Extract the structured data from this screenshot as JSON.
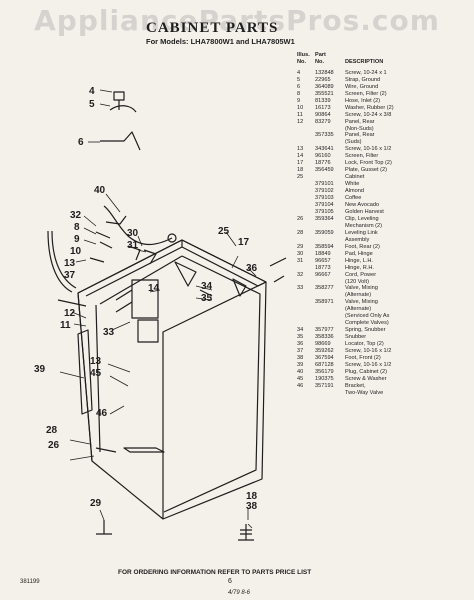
{
  "watermark": "AppliancePartsPros.com",
  "header": {
    "title": "CABINET PARTS",
    "models": "For Models: LHA7800W1  and LHA7805W1"
  },
  "parts_table": {
    "headers": {
      "illus_no": "Illus.\nNo.",
      "part_no": "Part\nNo.",
      "description": "DESCRIPTION"
    },
    "rows": [
      {
        "illus": "4",
        "part": "132848",
        "desc": "Screw, 10-24 x 1"
      },
      {
        "illus": "5",
        "part": "22965",
        "desc": "Strap, Ground"
      },
      {
        "illus": "6",
        "part": "364089",
        "desc": "Wire, Ground"
      },
      {
        "illus": "8",
        "part": "355521",
        "desc": "Screen, Filter (2)"
      },
      {
        "illus": "9",
        "part": "81339",
        "desc": "Hose, Inlet (2)"
      },
      {
        "illus": "10",
        "part": "16173",
        "desc": "Washer, Rubber (2)"
      },
      {
        "illus": "11",
        "part": "90864",
        "desc": "Screw, 10-24 x 3/8"
      },
      {
        "illus": "12",
        "part": "83279",
        "desc": "Panel, Rear"
      },
      {
        "illus": "",
        "part": "",
        "desc": "(Non-Suds)"
      },
      {
        "illus": "",
        "part": "357335",
        "desc": "Panel, Rear"
      },
      {
        "illus": "",
        "part": "",
        "desc": "(Suds)"
      },
      {
        "illus": "13",
        "part": "343641",
        "desc": "Screw, 10-16 x 1/2"
      },
      {
        "illus": "14",
        "part": "96160",
        "desc": "Screen, Filter"
      },
      {
        "illus": "17",
        "part": "18776",
        "desc": "Lock, Front Top (2)"
      },
      {
        "illus": "18",
        "part": "356459",
        "desc": "Plate, Gusset (2)"
      },
      {
        "illus": "25",
        "part": "",
        "desc": "Cabinet"
      },
      {
        "illus": "",
        "part": "379101",
        "desc": "White"
      },
      {
        "illus": "",
        "part": "379102",
        "desc": "Almond"
      },
      {
        "illus": "",
        "part": "379103",
        "desc": "Coffee"
      },
      {
        "illus": "",
        "part": "379104",
        "desc": "New Avocado"
      },
      {
        "illus": "",
        "part": "379105",
        "desc": "Golden Harvest"
      },
      {
        "illus": "26",
        "part": "359364",
        "desc": "Clip, Leveling"
      },
      {
        "illus": "",
        "part": "",
        "desc": "Mechanism (2)"
      },
      {
        "illus": "28",
        "part": "359059",
        "desc": "Leveling Link"
      },
      {
        "illus": "",
        "part": "",
        "desc": "Assembly"
      },
      {
        "illus": "29",
        "part": "358594",
        "desc": "Foot, Rear (2)"
      },
      {
        "illus": "30",
        "part": "18849",
        "desc": "Pad, Hinge"
      },
      {
        "illus": "31",
        "part": "96657",
        "desc": "Hinge, L.H."
      },
      {
        "illus": "",
        "part": "18773",
        "desc": "Hinge, R.H."
      },
      {
        "illus": "32",
        "part": "96667",
        "desc": "Cord, Power"
      },
      {
        "illus": "",
        "part": "",
        "desc": "(120 Volt)"
      },
      {
        "illus": "33",
        "part": "358277",
        "desc": "Valve, Mixing"
      },
      {
        "illus": "",
        "part": "",
        "desc": "(Alternate)"
      },
      {
        "illus": "",
        "part": "358971",
        "desc": "Valve, Mixing"
      },
      {
        "illus": "",
        "part": "",
        "desc": "(Alternate)"
      },
      {
        "illus": "",
        "part": "",
        "desc": "(Serviced Only As"
      },
      {
        "illus": "",
        "part": "",
        "desc": "Complete Valves)"
      },
      {
        "illus": "34",
        "part": "357977",
        "desc": "Spring, Snubber"
      },
      {
        "illus": "35",
        "part": "358336",
        "desc": "Snubber"
      },
      {
        "illus": "36",
        "part": "98669",
        "desc": "Locator, Top (2)"
      },
      {
        "illus": "37",
        "part": "359262",
        "desc": "Screw, 10-16 x 1/2"
      },
      {
        "illus": "38",
        "part": "367594",
        "desc": "Foot, Front (2)"
      },
      {
        "illus": "39",
        "part": "687128",
        "desc": "Screw, 10-16 x 1/2"
      },
      {
        "illus": "40",
        "part": "356179",
        "desc": "Plug, Cabinet (2)"
      },
      {
        "illus": "45",
        "part": "190375",
        "desc": "Screw & Washer"
      },
      {
        "illus": "46",
        "part": "357191",
        "desc": "Bracket,"
      },
      {
        "illus": "",
        "part": "",
        "desc": "Two-Way Valve"
      }
    ]
  },
  "callouts": [
    "4",
    "5",
    "6",
    "40",
    "32",
    "8",
    "9",
    "10",
    "30",
    "31",
    "13",
    "37",
    "12",
    "11",
    "25",
    "17",
    "36",
    "14",
    "34",
    "35",
    "33",
    "39",
    "13",
    "45",
    "46",
    "28",
    "26",
    "18",
    "38",
    "29"
  ],
  "footer": {
    "ordering_note": "FOR ORDERING INFORMATION REFER TO PARTS PRICE LIST",
    "doc_number": "381199",
    "page_number": "6",
    "handwritten": "4/79  8-6"
  }
}
